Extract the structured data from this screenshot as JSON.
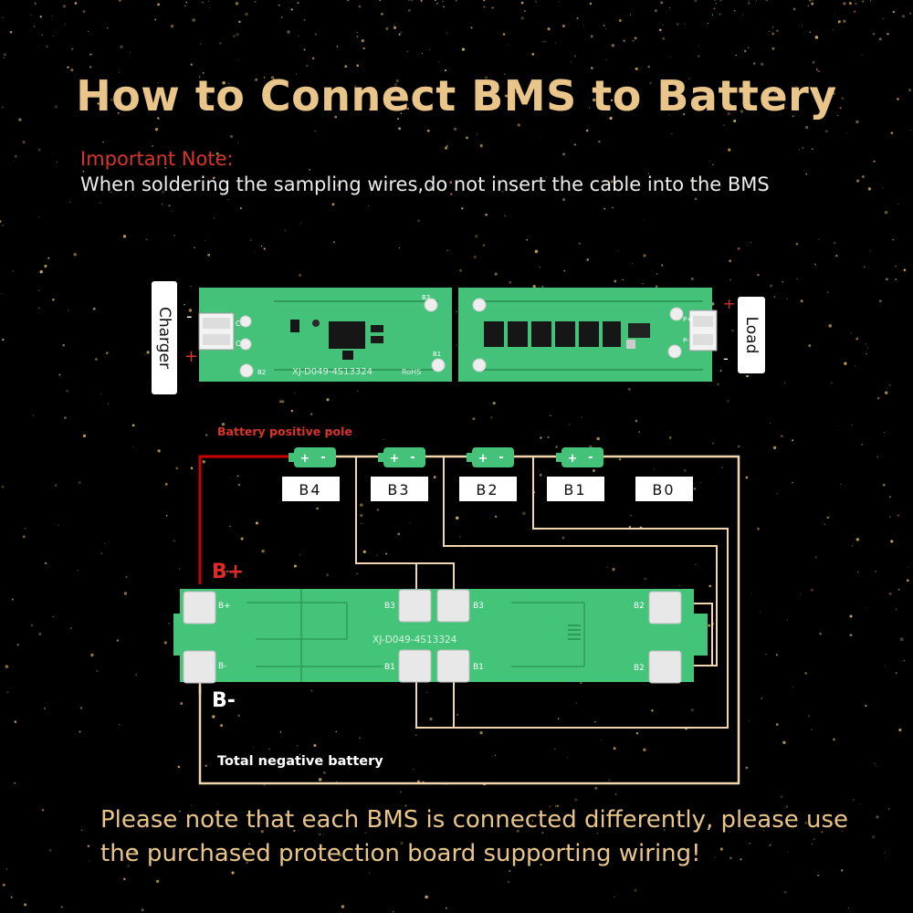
{
  "title": "How to Connect BMS to Battery",
  "note": {
    "heading": "Important Note:",
    "body": "When soldering the sampling wires,do not insert the cable into the BMS"
  },
  "top_board": {
    "charger_label": "Charger",
    "load_label": "Load",
    "minus": "-",
    "plus": "+",
    "model_text": "XJ-D049-4S13324",
    "rohs_text": "RoHS",
    "pad_b3": "B3",
    "pad_b2": "B2",
    "pad_b1": "B1",
    "pad_c_minus": "C-",
    "pad_c_plus": "C+",
    "pad_p_plus": "P+",
    "pad_p_minus": "P-"
  },
  "wiring": {
    "positive_pole_label": "Battery positive pole",
    "cells": [
      {
        "label": "B4",
        "plus": "+",
        "minus": "-"
      },
      {
        "label": "B3",
        "plus": "+",
        "minus": "-"
      },
      {
        "label": "B2",
        "plus": "+",
        "minus": "-"
      },
      {
        "label": "B1",
        "plus": "+",
        "minus": "-"
      },
      {
        "label": "B0"
      }
    ],
    "b_plus_label": "B+",
    "b_minus_label": "B-",
    "total_negative_label": "Total negative battery",
    "board_model_text": "XJ-D049-4S13324",
    "board_pads": {
      "b_plus": "B+",
      "b_minus": "B-",
      "b3_left": "B3",
      "b3_right": "B3",
      "b1_left": "B1",
      "b1_right": "B1",
      "b2_top": "B2",
      "b2_bottom": "B2"
    }
  },
  "footer": "Please note that each BMS is connected differently, please use the purchased protection board supporting wiring!",
  "colors": {
    "gold": "#e9c58a",
    "red": "#d9342b",
    "pcb_green": "#43c478",
    "wire_beige": "#f2d6b0",
    "wire_red": "#cc0000"
  }
}
